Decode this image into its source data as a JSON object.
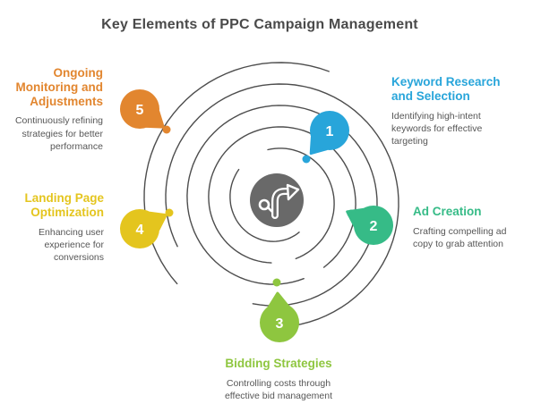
{
  "title": "Key Elements of PPC Campaign Management",
  "center": {
    "icon": "arrow-logo"
  },
  "colors": {
    "spiral_line": "#4d4d4d",
    "center_circle": "#696969",
    "title_text": "#4a4a4a",
    "body_text": "#565656"
  },
  "steps": [
    {
      "number": "1",
      "title": "Keyword Research\nand Selection",
      "description": "Identifying high-intent\nkeywords for effective\ntargeting",
      "color": "#28a5da"
    },
    {
      "number": "2",
      "title": "Ad Creation",
      "description": "Crafting compelling ad\ncopy to grab attention",
      "color": "#36bb87"
    },
    {
      "number": "3",
      "title": "Bidding Strategies",
      "description": "Controlling costs through\neffective bid management",
      "color": "#8ec63f"
    },
    {
      "number": "4",
      "title": "Landing Page\nOptimization",
      "description": "Enhancing user\nexperience for\nconversions",
      "color": "#e4c51e"
    },
    {
      "number": "5",
      "title": "Ongoing\nMonitoring and\nAdjustments",
      "description": "Continuously refining\nstrategies for better\nperformance",
      "color": "#e2862f"
    }
  ]
}
